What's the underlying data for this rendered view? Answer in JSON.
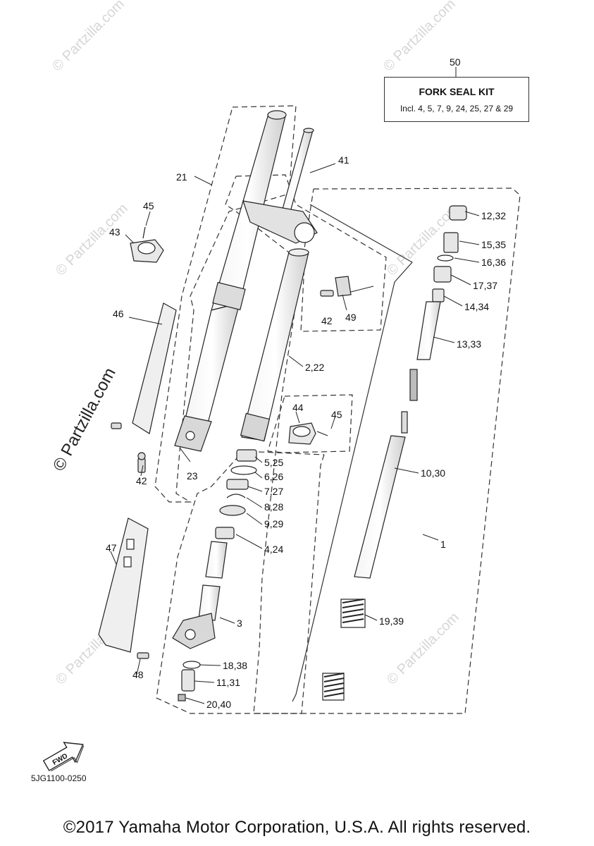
{
  "kit": {
    "number": "50",
    "title": "FORK SEAL KIT",
    "includes": "Incl. 4, 5, 7, 9, 24, 25, 27 & 29"
  },
  "labels": {
    "l1": "1",
    "l2": "2,22",
    "l3": "3",
    "l4": "4,24",
    "l5": "5,25",
    "l6": "6,26",
    "l7": "7,27",
    "l8": "8,28",
    "l9": "9,29",
    "l10": "10,30",
    "l11": "11,31",
    "l12": "12,32",
    "l13": "13,33",
    "l14": "14,34",
    "l15": "15,35",
    "l16": "16,36",
    "l17": "17,37",
    "l18": "18,38",
    "l19": "19,39",
    "l20": "20,40",
    "l21": "21",
    "l23": "23",
    "l41": "41",
    "l42a": "42",
    "l42b": "42",
    "l43": "43",
    "l44": "44",
    "l45a": "45",
    "l45b": "45",
    "l46": "46",
    "l47": "47",
    "l48": "48",
    "l49": "49"
  },
  "fwd_arrow": "FWD",
  "diagram_code": "5JG1100-0250",
  "watermark": "© Partzilla.com",
  "copyright": "©2017 Yamaha Motor Corporation, U.S.A. All rights reserved."
}
